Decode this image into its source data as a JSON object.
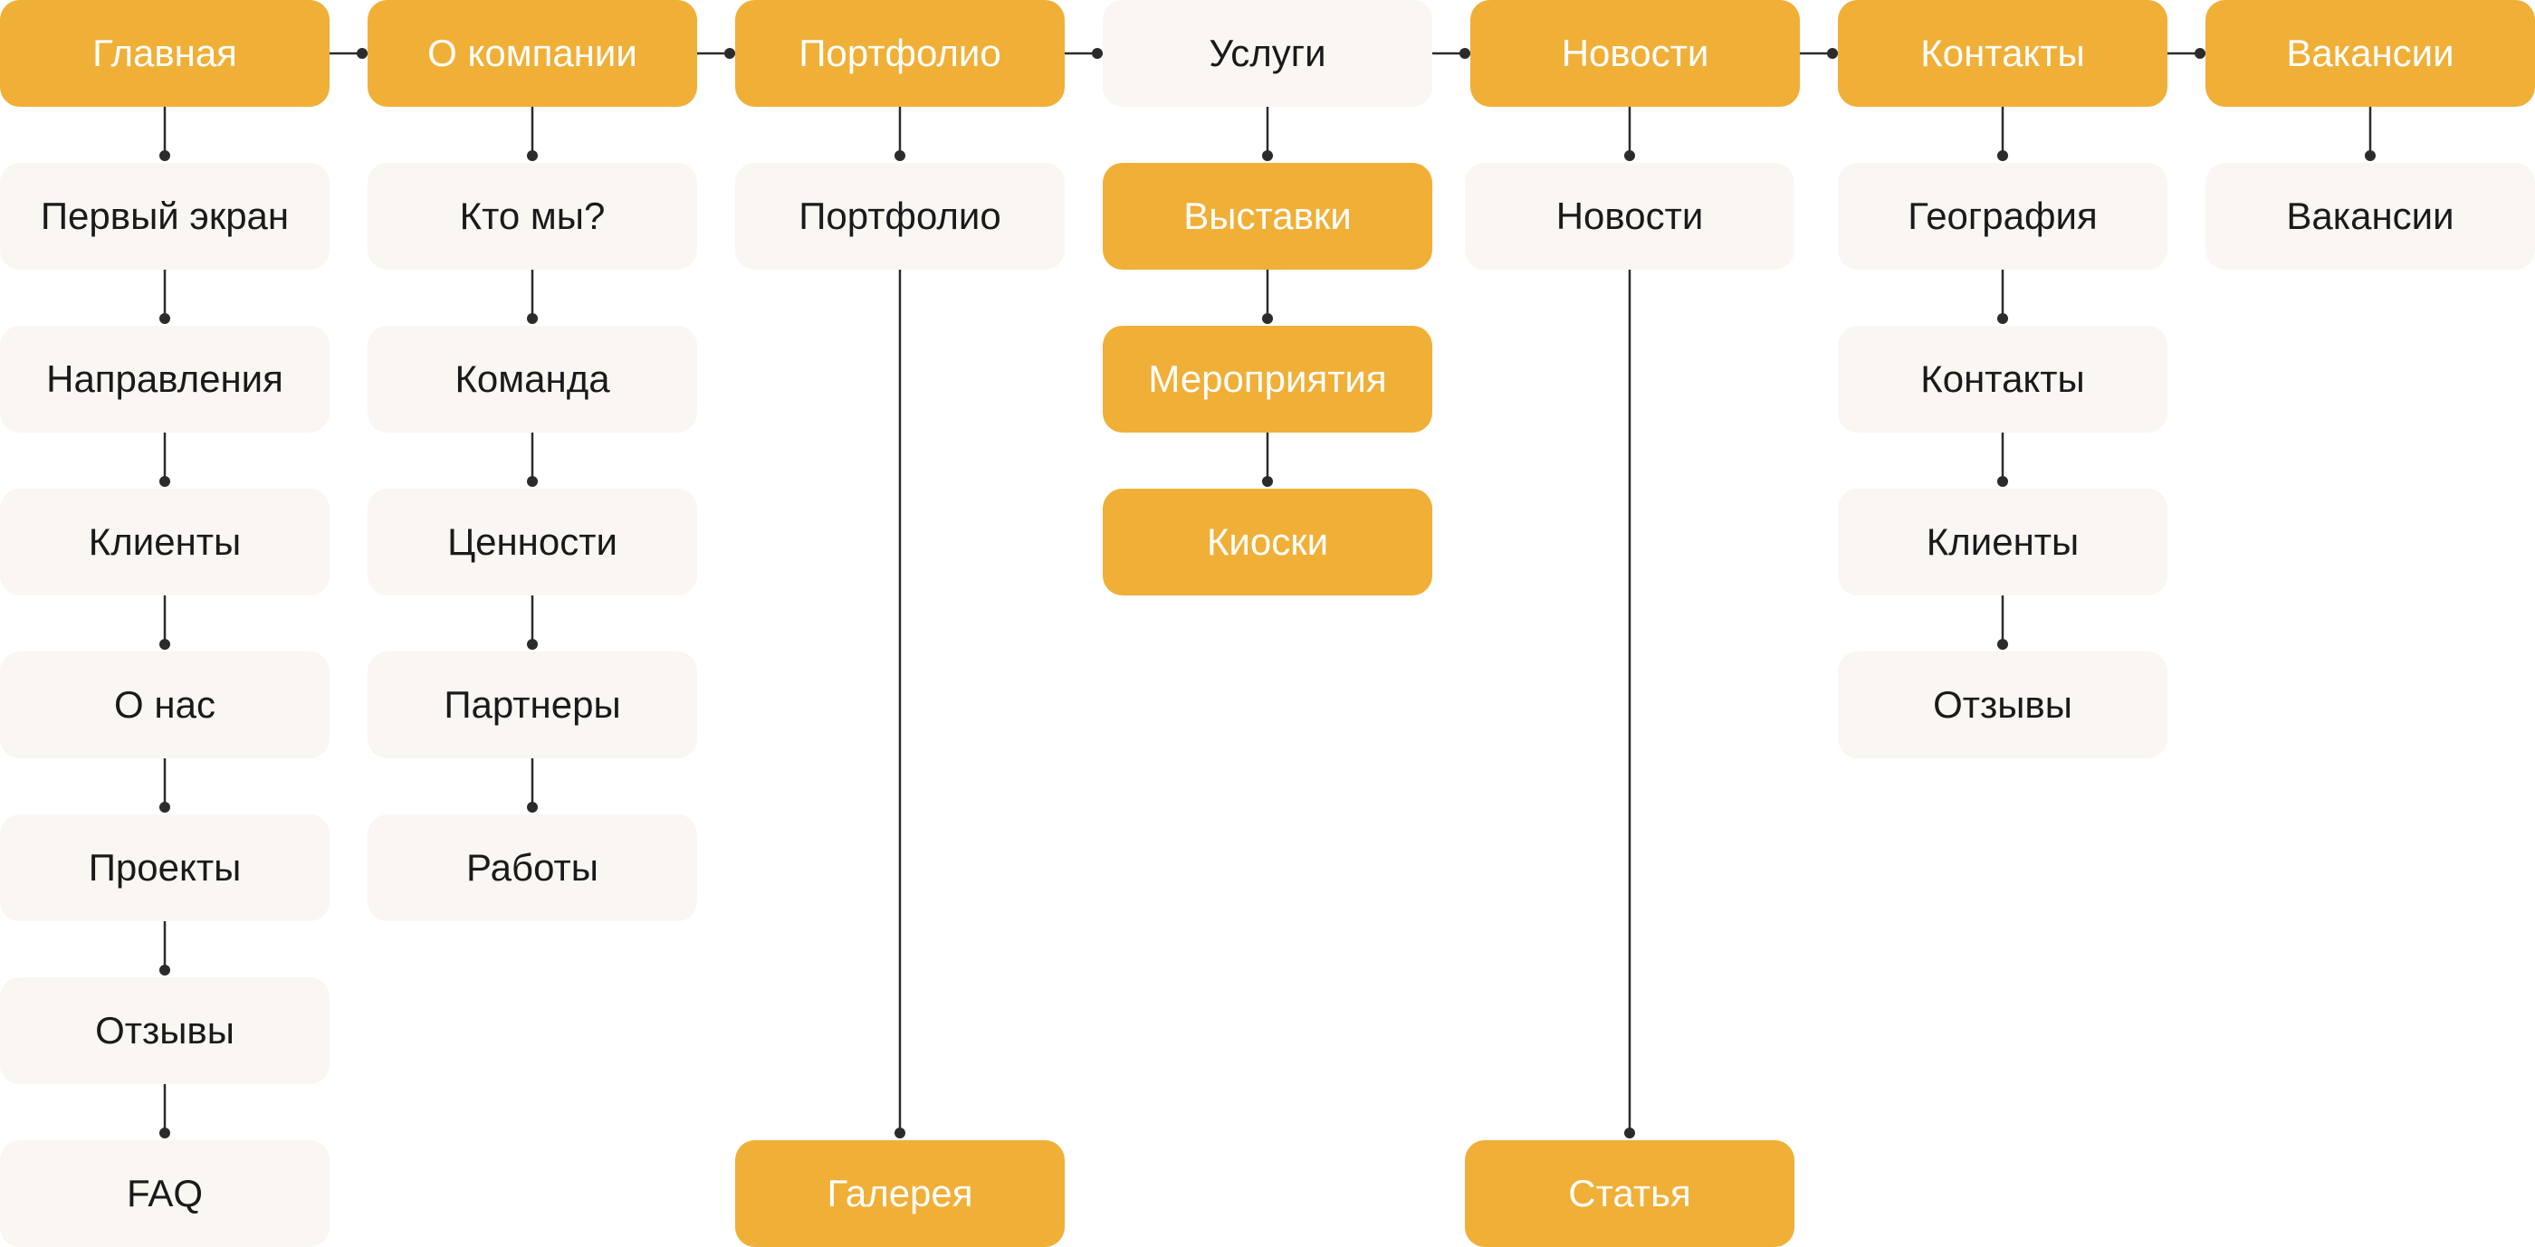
{
  "colors": {
    "accent": "#f0af36",
    "light": "#faf6f2",
    "text_dark": "#1a1a1a",
    "text_on_accent": "#ffffff",
    "connector": "#2b2b2b"
  },
  "sitemap": {
    "columns": [
      {
        "id": "glavnaya",
        "label": "Главная",
        "style": "accent",
        "children": [
          {
            "label": "Первый экран",
            "style": "light",
            "row": 1
          },
          {
            "label": "Направления",
            "style": "light",
            "row": 2
          },
          {
            "label": "Клиенты",
            "style": "light",
            "row": 3
          },
          {
            "label": "О нас",
            "style": "light",
            "row": 4
          },
          {
            "label": "Проекты",
            "style": "light",
            "row": 5
          },
          {
            "label": "Отзывы",
            "style": "light",
            "row": 6
          },
          {
            "label": "FAQ",
            "style": "light",
            "row": 7
          }
        ]
      },
      {
        "id": "o-kompanii",
        "label": "О компании",
        "style": "accent",
        "children": [
          {
            "label": "Кто мы?",
            "style": "light",
            "row": 1
          },
          {
            "label": "Команда",
            "style": "light",
            "row": 2
          },
          {
            "label": "Ценности",
            "style": "light",
            "row": 3
          },
          {
            "label": "Партнеры",
            "style": "light",
            "row": 4
          },
          {
            "label": "Работы",
            "style": "light",
            "row": 5
          }
        ]
      },
      {
        "id": "portfolio",
        "label": "Портфолио",
        "style": "accent",
        "children": [
          {
            "label": "Портфолио",
            "style": "light",
            "row": 1
          },
          {
            "label": "Галерея",
            "style": "accent",
            "row": 7
          }
        ]
      },
      {
        "id": "uslugi",
        "label": "Услуги",
        "style": "light",
        "children": [
          {
            "label": "Выставки",
            "style": "accent",
            "row": 1
          },
          {
            "label": "Мероприятия",
            "style": "accent",
            "row": 2
          },
          {
            "label": "Киоски",
            "style": "accent",
            "row": 3
          }
        ]
      },
      {
        "id": "novosti",
        "label": "Новости",
        "style": "accent",
        "children": [
          {
            "label": "Новости",
            "style": "light",
            "row": 1
          },
          {
            "label": "Статья",
            "style": "accent",
            "row": 7
          }
        ]
      },
      {
        "id": "kontakty",
        "label": "Контакты",
        "style": "accent",
        "children": [
          {
            "label": "География",
            "style": "light",
            "row": 1
          },
          {
            "label": "Контакты",
            "style": "light",
            "row": 2
          },
          {
            "label": "Клиенты",
            "style": "light",
            "row": 3
          },
          {
            "label": "Отзывы",
            "style": "light",
            "row": 4
          }
        ]
      },
      {
        "id": "vakansii",
        "label": "Вакансии",
        "style": "accent",
        "children": [
          {
            "label": "Вакансии",
            "style": "light",
            "row": 1
          }
        ]
      }
    ]
  }
}
